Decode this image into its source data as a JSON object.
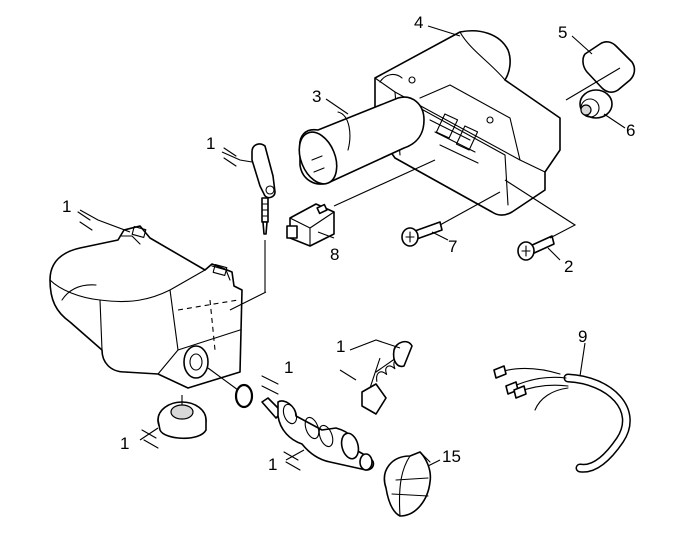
{
  "callouts": [
    {
      "id": "c1_top",
      "text": "1"
    },
    {
      "id": "c1_left",
      "text": "1"
    },
    {
      "id": "c1_ring",
      "text": "1"
    },
    {
      "id": "c1_spring",
      "text": "1"
    },
    {
      "id": "c1_grom",
      "text": "1"
    },
    {
      "id": "c1_shaft",
      "text": "1"
    },
    {
      "id": "c2",
      "text": "2"
    },
    {
      "id": "c3",
      "text": "3"
    },
    {
      "id": "c4",
      "text": "4"
    },
    {
      "id": "c5",
      "text": "5"
    },
    {
      "id": "c6",
      "text": "6"
    },
    {
      "id": "c7",
      "text": "7"
    },
    {
      "id": "c8",
      "text": "8"
    },
    {
      "id": "c9",
      "text": "9"
    },
    {
      "id": "c15",
      "text": "15"
    }
  ]
}
